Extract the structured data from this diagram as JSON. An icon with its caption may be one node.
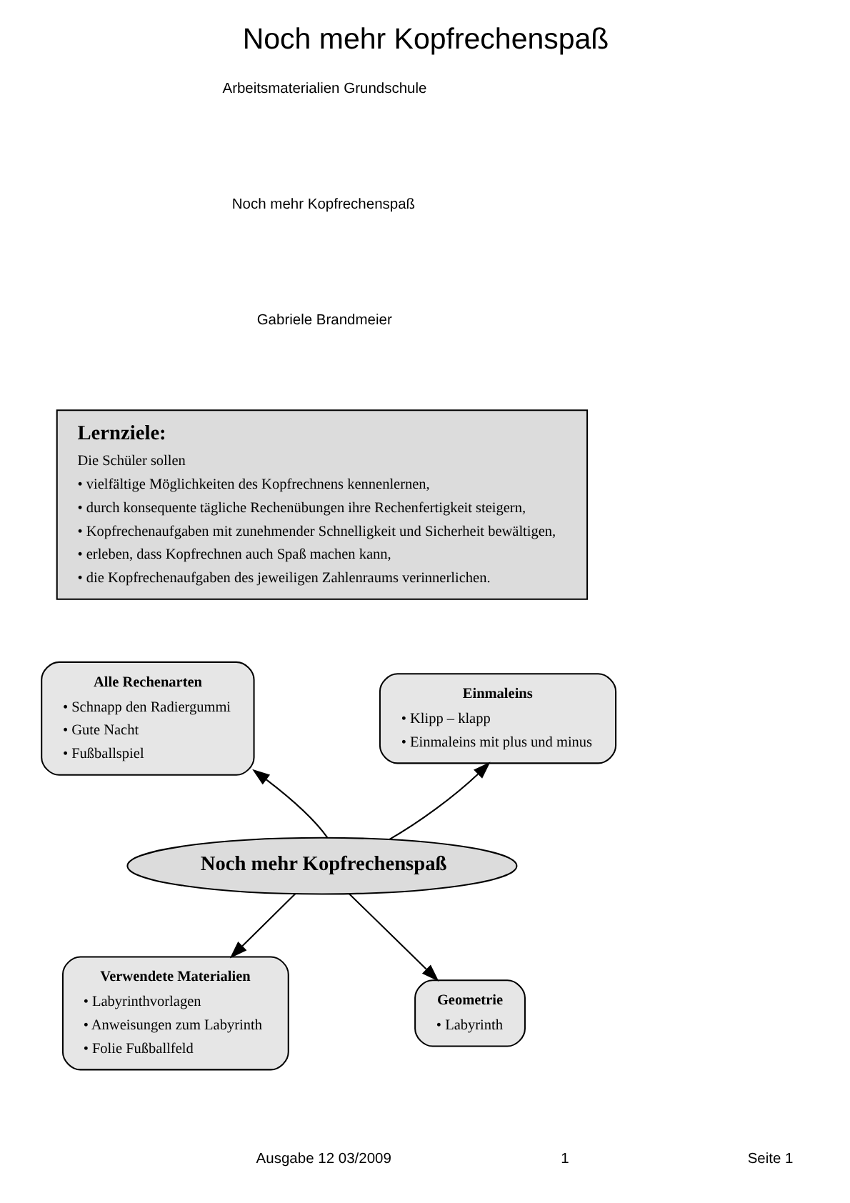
{
  "diagram": {
    "title": "Noch mehr Kopfrechenspaß",
    "nodes": [
      {
        "text": [
          "Lernziele:",
          "Die Schüler sollen",
          "• vielfältige Möglichkeiten des Kopfrechnens kennenlernen,",
          "• durch konsequente tägliche Rechenübungen ihre Rechenfertigkeit steigern,",
          "• Kopfrechenaufgaben mit zunehmender Schnelligkeit und Sicherheit bewältigen,",
          "• erleben, dass Kopfrechnen auch Spaß machen kann,",
          "• die Kopfrechenaufgaben des jeweiligen Zahlenraums verinnerlichen."
        ]
      },
      {
        "text": [
          "Alle Rechenarten",
          "• Schnapp den Radiergummi",
          "• Gute Nacht",
          "• Fußballspiel"
        ]
      },
      {
        "text": [
          "Einmaleins",
          "• Klipp – klapp",
          "• Einmaleins mit plus und minus"
        ]
      },
      {
        "text": [
          "Noch mehr Kopfrechenspaß"
        ]
      },
      {
        "text": [
          "Verwendete Materialien",
          "• Labyrinthvorlagen",
          "• Anweisungen zum Labyrinth",
          "• Folie Fußballfeld"
        ]
      },
      {
        "text": [
          "Geometrie",
          "• Labyrinth"
        ]
      }
    ],
    "edges": [
      {
        "from": 3,
        "to": 1,
        "arrow": "to"
      },
      {
        "from": 3,
        "to": 2,
        "arrow": "to"
      },
      {
        "from": 3,
        "to": 4,
        "arrow": "to"
      },
      {
        "from": 3,
        "to": 5,
        "arrow": "to"
      }
    ],
    "labels": [
      "Arbeitsmaterialien Grundschule",
      "Noch mehr Kopfrechenspaß",
      "Gabriele Brandmeier",
      "Ausgabe 12 03/2009",
      "1",
      "Seite 1"
    ]
  }
}
